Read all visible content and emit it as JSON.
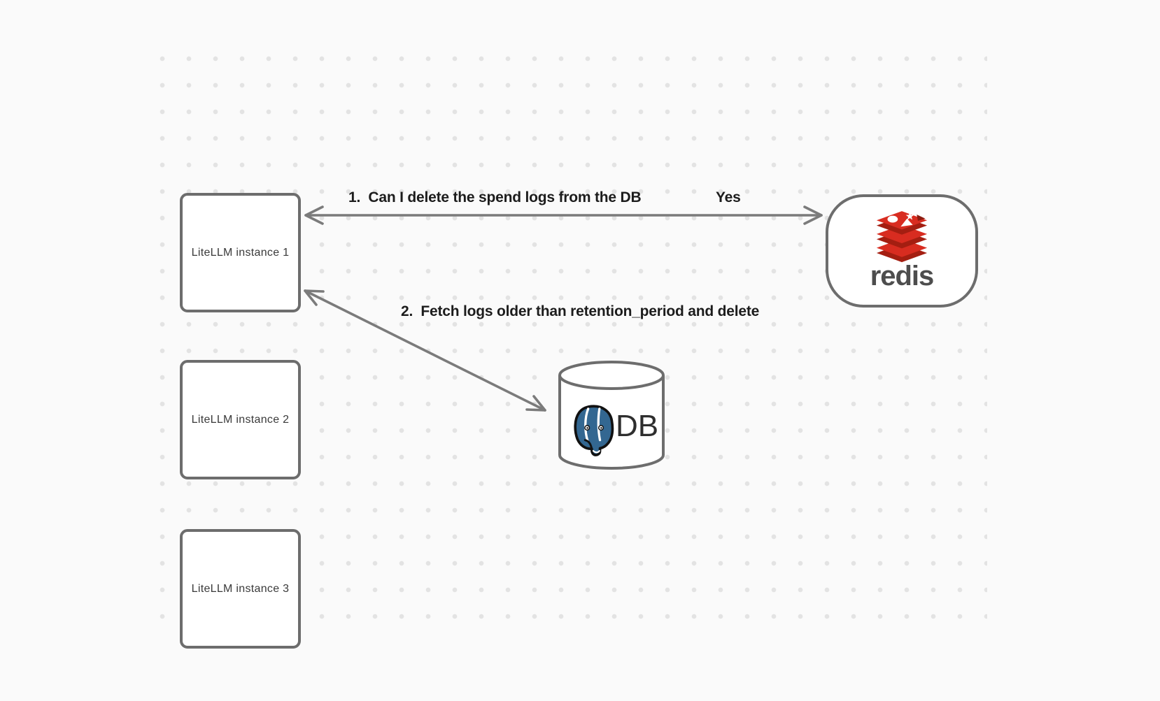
{
  "canvas": {
    "background": "#fafafa",
    "dot_color": "#e3e3e3"
  },
  "nodes": {
    "instance1": {
      "label": "LiteLLM instance 1"
    },
    "instance2": {
      "label": "LiteLLM instance 2"
    },
    "instance3": {
      "label": "LiteLLM instance 3"
    },
    "redis": {
      "label": "redis"
    },
    "db": {
      "label": "DB"
    }
  },
  "edges": {
    "edge1": {
      "label": "1.  Can I delete the spend logs from the DB",
      "reply": "Yes",
      "from": "instance1",
      "to": "redis",
      "direction": "both"
    },
    "edge2": {
      "label": "2.  Fetch logs older than retention_period and delete",
      "from": "instance1",
      "to": "db",
      "direction": "both"
    }
  },
  "colors": {
    "node_border": "#6d6d6d",
    "arrow": "#7b7b7b",
    "edge_label_text": "#1c1c1c",
    "node_label_text": "#3a3a3a",
    "redis_red": "#d82c20",
    "redis_dark_red": "#a41e11",
    "redis_wordmark": "#4d4d4d",
    "postgres_blue": "#336791",
    "db_text": "#2e2e2e"
  }
}
